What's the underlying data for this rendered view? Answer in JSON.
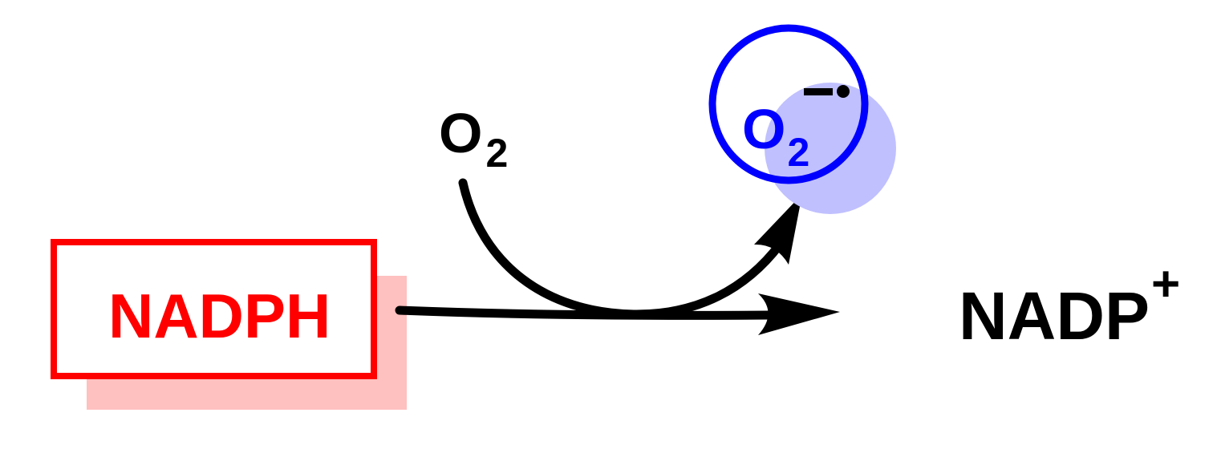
{
  "reactant": {
    "label": "NADPH",
    "color": "#ff0000",
    "shadow_color": "#ffc0c0"
  },
  "product": {
    "base": "NADP",
    "charge": "+",
    "color": "#000000"
  },
  "cosubstrate": {
    "base": "O",
    "subscript": "2",
    "color": "#000000"
  },
  "radical_product": {
    "base": "O",
    "subscript": "2",
    "charge_symbol": "−",
    "radical_symbol": "•",
    "color": "#0000ff",
    "halo_color": "#c0c0ff"
  },
  "arrow_color": "#000000"
}
